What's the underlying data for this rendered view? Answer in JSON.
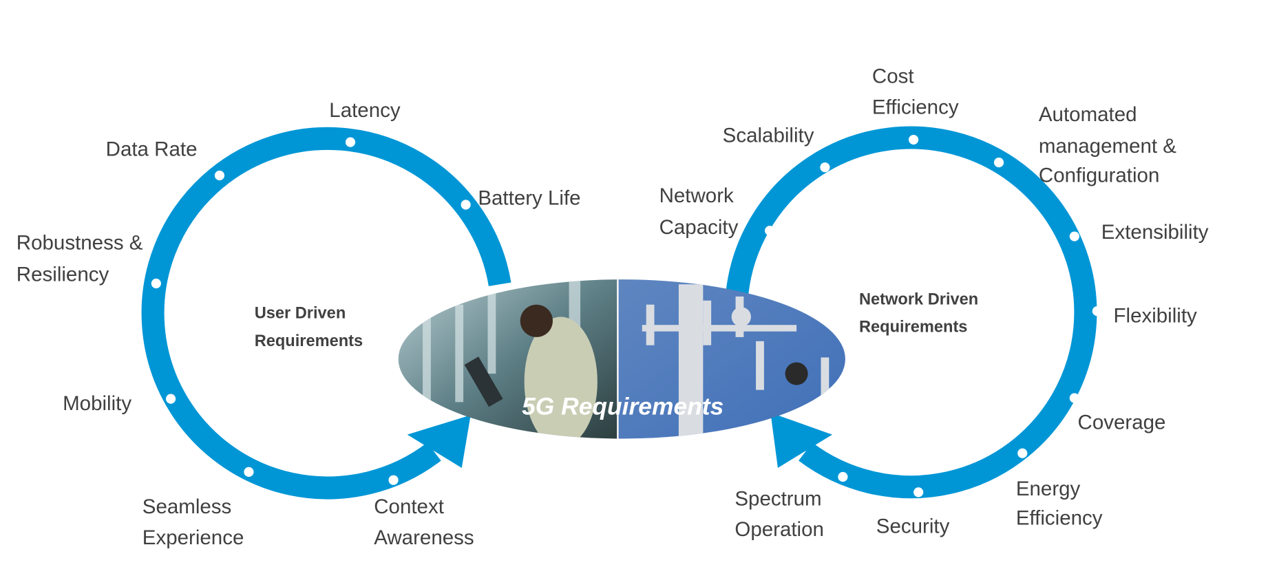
{
  "colors": {
    "ring": "#0096d6",
    "text": "#404040",
    "dot": "#ffffff"
  },
  "center_title": "5G Requirements",
  "user_hub": {
    "line1": "User Driven",
    "line2": "Requirements"
  },
  "network_hub": {
    "line1": "Network Driven",
    "line2": "Requirements"
  },
  "user_requirements": [
    {
      "line1": "Latency"
    },
    {
      "line1": "Data Rate"
    },
    {
      "line1": "Battery Life"
    },
    {
      "line1": "Robustness &",
      "line2": "Resiliency"
    },
    {
      "line1": "Mobility"
    },
    {
      "line1": "Seamless",
      "line2": "Experience"
    },
    {
      "line1": "Context",
      "line2": "Awareness"
    }
  ],
  "network_requirements": [
    {
      "line1": "Cost",
      "line2": "Efficiency"
    },
    {
      "line1": "Scalability"
    },
    {
      "line1": "Automated",
      "line2": "management &",
      "line3": "Configuration"
    },
    {
      "line1": "Network",
      "line2": "Capacity"
    },
    {
      "line1": "Extensibility"
    },
    {
      "line1": "Flexibility"
    },
    {
      "line1": "Coverage"
    },
    {
      "line1": "Energy",
      "line2": "Efficiency"
    },
    {
      "line1": "Security"
    },
    {
      "line1": "Spectrum",
      "line2": "Operation"
    }
  ]
}
